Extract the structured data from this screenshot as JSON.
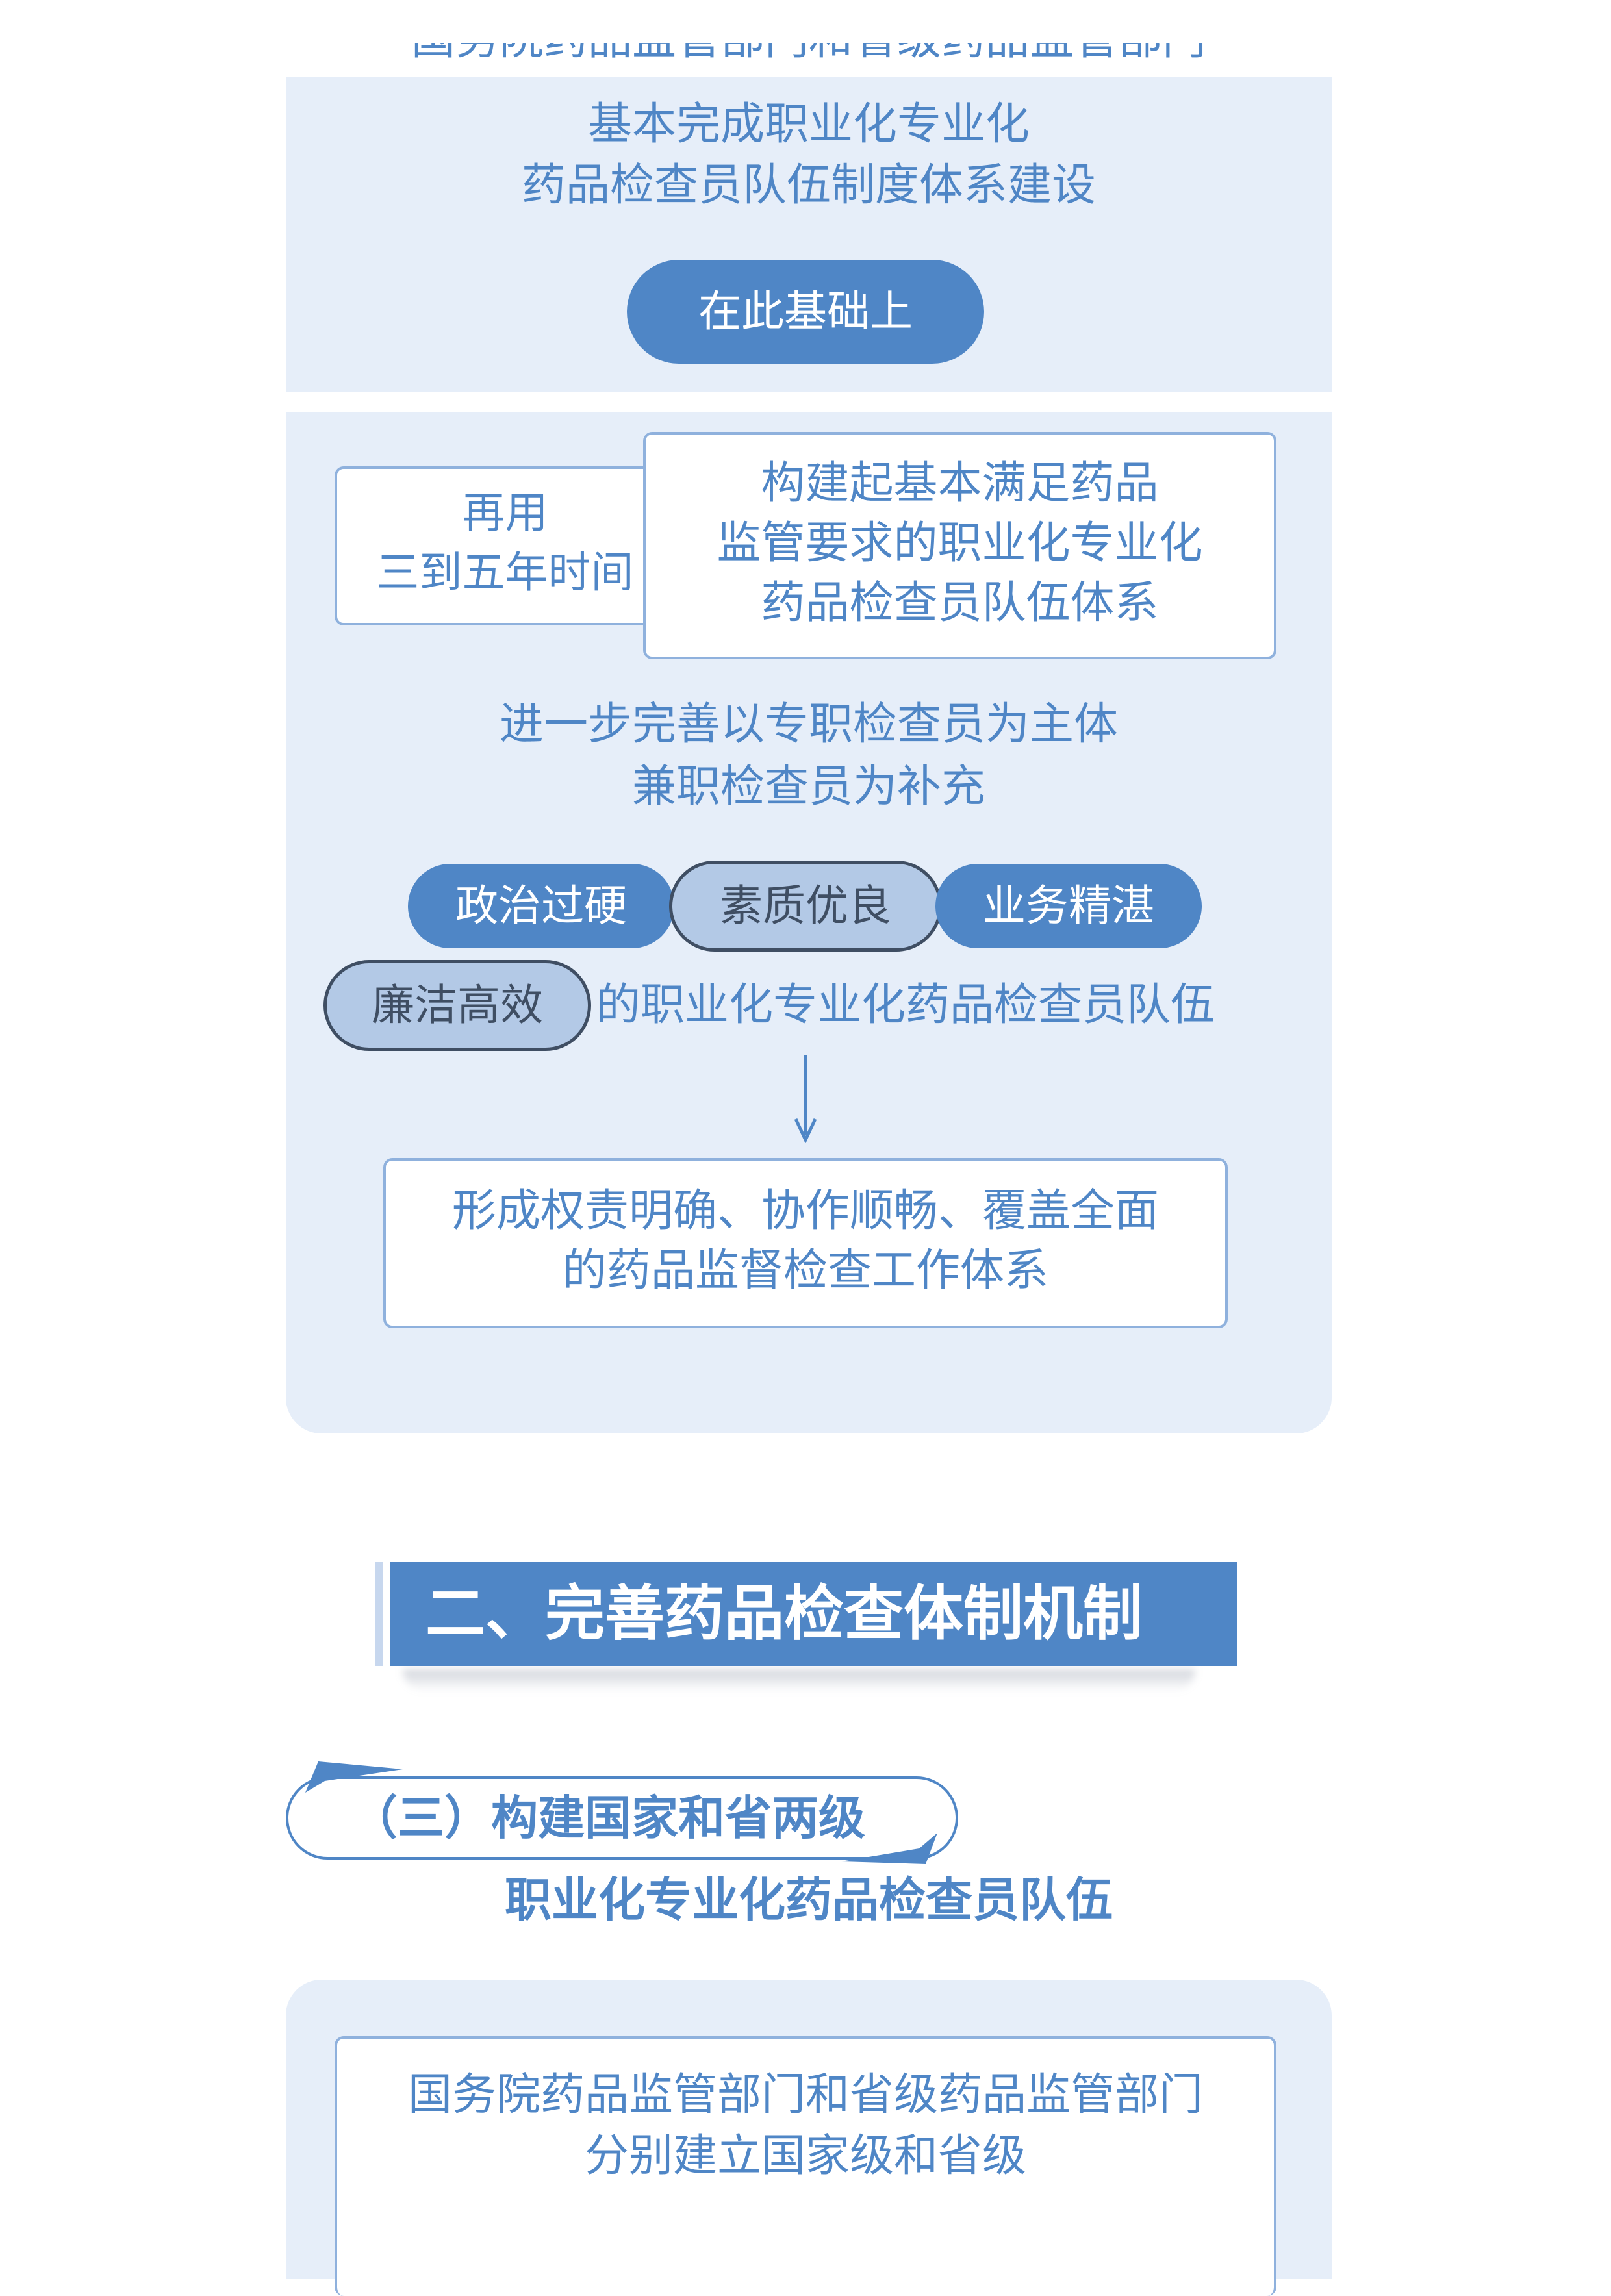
{
  "block1": {
    "cut_line": "国务院药品监管部门和省级药品监管部门",
    "line1": "基本完成职业化专业化",
    "line2": "药品检查员队伍制度体系建设",
    "pill": "在此基础上"
  },
  "block2": {
    "time_box": {
      "line1": "再用",
      "line2": "三到五年时间"
    },
    "goal_box": {
      "line1": "构建起基本满足药品",
      "line2": "监管要求的职业化专业化",
      "line3": "药品检查员队伍体系"
    },
    "improve": {
      "line1": "进一步完善以专职检查员为主体",
      "line2": "兼职检查员为补充"
    },
    "tags": [
      "政治过硬",
      "素质优良",
      "业务精湛",
      "廉洁高效"
    ],
    "tag_suffix": "的职业化专业化药品检查员队伍",
    "result": {
      "line1": "形成权责明确、协作顺畅、覆盖全面",
      "line2": "的药品监督检查工作体系"
    }
  },
  "section": {
    "title": "二、完善药品检查体制机制"
  },
  "subsection": {
    "line1": "（三）构建国家和省两级",
    "line2": "职业化专业化药品检查员队伍"
  },
  "block3": {
    "line1": "国务院药品监管部门和省级药品监管部门",
    "line2": "分别建立国家级和省级"
  },
  "colors": {
    "accent": "#4f86c6",
    "panel": "#e6eef9",
    "dark": "#3f4e63"
  }
}
